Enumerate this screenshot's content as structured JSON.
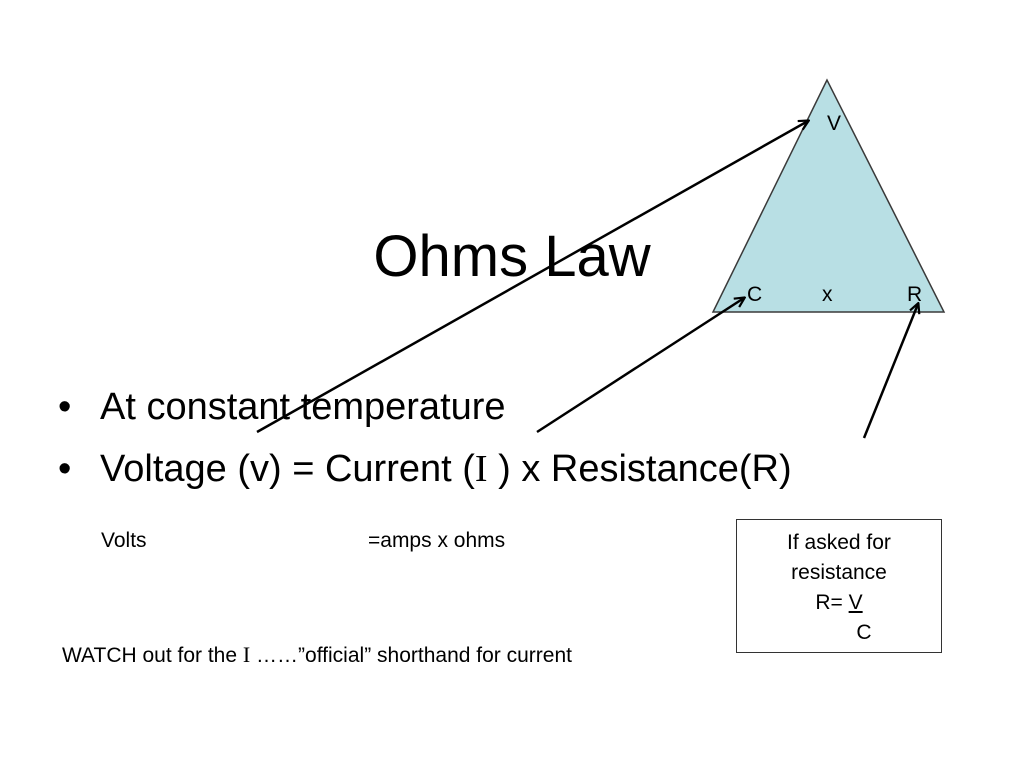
{
  "slide": {
    "title": "Ohms Law",
    "bullet_marker": "•",
    "bullets": [
      {
        "text": "At constant temperature"
      },
      {
        "pre": "Voltage (v) = Current (",
        "symbol": "I",
        "post": " ) x Resistance(R)"
      }
    ],
    "units": {
      "volts": "Volts",
      "rest": "=amps x ohms"
    },
    "watch": {
      "pre": "WATCH out for the ",
      "symbol": "I",
      "post": " ……”official” shorthand for current"
    },
    "note": {
      "line1": "If asked for",
      "line2": "resistance",
      "formula_prefix": "R= ",
      "numerator": "V",
      "denominator": "C"
    },
    "triangle": {
      "top": "V",
      "bottom_left": "C",
      "bottom_mid": "x",
      "bottom_right": "R",
      "fill": "#b8dfe4",
      "stroke": "#3a3a3a"
    },
    "arrow_color": "#000000"
  }
}
